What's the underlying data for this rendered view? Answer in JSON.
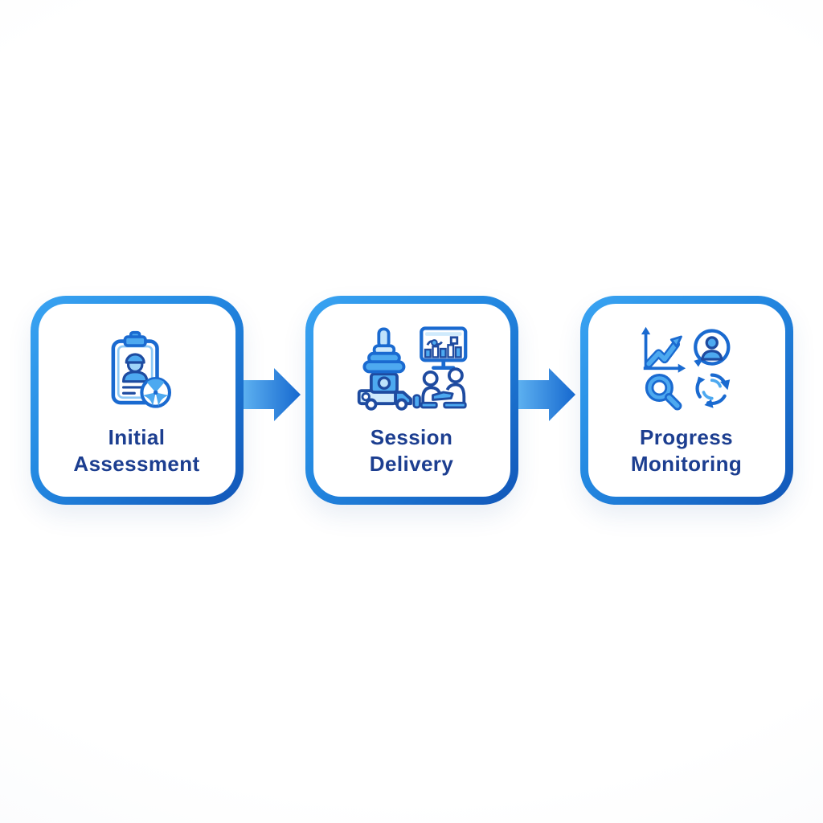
{
  "diagram": {
    "type": "process-flow",
    "steps": [
      {
        "label": "Initial Assessment",
        "lines": [
          "Initial",
          "Assessment"
        ],
        "icons": [
          "assessment-clipboard-icon",
          "person-photo-icon",
          "beach-ball-icon"
        ]
      },
      {
        "label": "Session Delivery",
        "lines": [
          "Session",
          "Delivery"
        ],
        "icons": [
          "stacking-toy-truck-icon",
          "presentation-chart-icon",
          "therapy-session-icon"
        ]
      },
      {
        "label": "Progress Monitoring",
        "lines": [
          "Progress",
          "Monitoring"
        ],
        "icons": [
          "trend-chart-icon",
          "user-refresh-icon",
          "magnifier-icon",
          "cycle-arrows-icon"
        ]
      }
    ],
    "connectors": [
      {
        "shape": "arrow-right"
      },
      {
        "shape": "arrow-right"
      }
    ],
    "colors": {
      "card_border_gradient_start": "#3aa4f2",
      "card_border_gradient_end": "#1156b8",
      "card_background": "#ffffff",
      "arrow_gradient_start": "#5cb0f0",
      "arrow_gradient_end": "#1668cf",
      "label_text": "#1c3e90",
      "icon_outline_blue": "#1a6ad0",
      "icon_outline_navy": "#1e4ba0",
      "icon_fill_light_blue": "#4da9f0",
      "icon_fill_pale_blue": "#cfeafc",
      "page_background": "#f7f9fb"
    }
  }
}
